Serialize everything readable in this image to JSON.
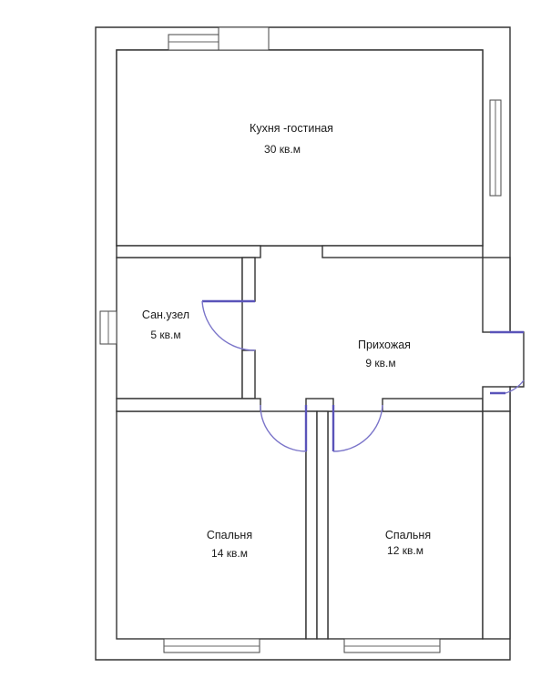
{
  "rooms": [
    {
      "name": "Кухня -гостиная",
      "area": "30 кв.м"
    },
    {
      "name": "Сан.узел",
      "area": "5 кв.м"
    },
    {
      "name": "Прихожая",
      "area": "9 кв.м"
    },
    {
      "name": "Спальня",
      "area": "14 кв.м"
    },
    {
      "name": "Спальня",
      "area": "12 кв.м"
    }
  ],
  "colors": {
    "walls": "#333333",
    "doors": "#5a54b9"
  }
}
